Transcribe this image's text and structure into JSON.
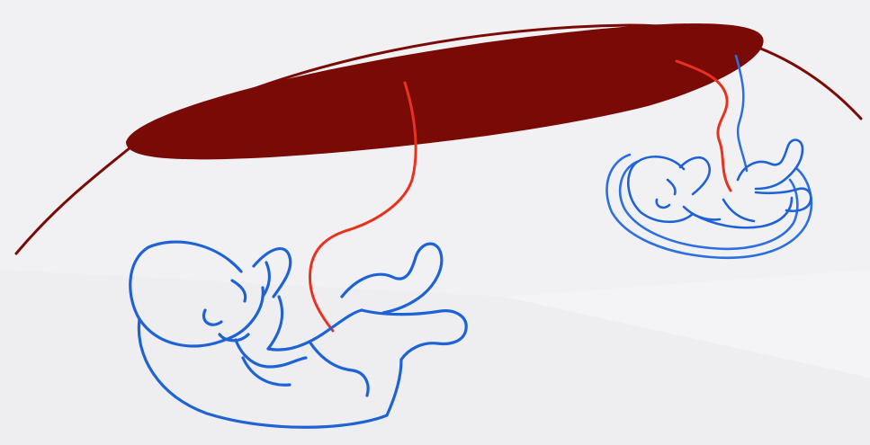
{
  "colors": {
    "background": "#f1f1f3",
    "placenta": "#7a0a06",
    "membrane": "#7a0a06",
    "umbilical_artery": "#e8321f",
    "fetus_outline": "#1e63d6",
    "sac_outline": "#2c6fe0"
  },
  "elements": {
    "placenta": "shared-placenta",
    "large_fetus": "larger-fetus",
    "small_fetus": "smaller-fetus-with-sac"
  }
}
